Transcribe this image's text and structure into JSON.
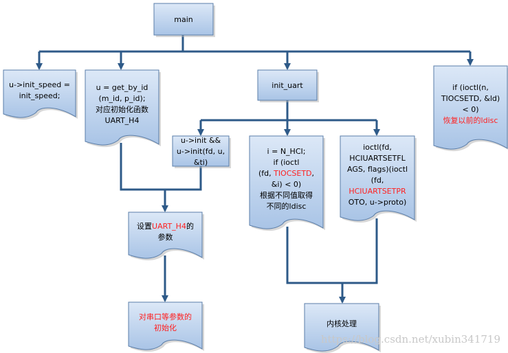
{
  "colors": {
    "node_fill_top": "#dce8f7",
    "node_fill_bottom": "#a9c4e6",
    "node_stroke": "#5a7da8",
    "connector": "#2e5a88",
    "highlight_text": "#ff2020"
  },
  "nodes": {
    "main": {
      "lines": [
        [
          "main"
        ]
      ]
    },
    "init_speed": {
      "lines": [
        [
          "u->init_speed ="
        ],
        [
          "init_speed;"
        ]
      ]
    },
    "get_by_id": {
      "lines": [
        [
          "u = get_by_id"
        ],
        [
          "(m_id, p_id);"
        ],
        [
          "对应初始化函数"
        ],
        [
          "UART_H4"
        ]
      ]
    },
    "init_uart": {
      "lines": [
        [
          "init_uart"
        ]
      ]
    },
    "ioctl_ldisc": {
      "lines": [
        [
          "if (ioctl(n,"
        ],
        [
          "TIOCSETD, &ld)"
        ],
        [
          "< 0)"
        ],
        [
          {
            "t": "恢复以前的ldisc",
            "hl": true
          }
        ]
      ]
    },
    "u_init": {
      "lines": [
        [
          "u->init &&"
        ],
        [
          "u->init(fd, u,"
        ],
        [
          "&ti)"
        ]
      ]
    },
    "n_hci": {
      "lines": [
        [
          "i = N_HCI;"
        ],
        [
          "if (ioctl"
        ],
        [
          "(fd, ",
          {
            "t": "TIOCSETD",
            "hl": true
          },
          ","
        ],
        [
          "&i) < 0)"
        ],
        [
          "根据不同值取得"
        ],
        [
          "不同的ldisc"
        ]
      ]
    },
    "ioctl_proto": {
      "lines": [
        [
          "ioctl(fd,"
        ],
        [
          "HCIUARTSETFL"
        ],
        [
          "AGS, flags)(ioctl"
        ],
        [
          "(fd,"
        ],
        [
          {
            "t": "HCIUARTSETPR",
            "hl": true
          }
        ],
        [
          "OTO, u->proto)"
        ]
      ]
    },
    "set_params": {
      "lines": [
        [
          "设置",
          {
            "t": "UART_H4",
            "hl": true
          },
          "的"
        ],
        [
          "参数"
        ]
      ]
    },
    "init_serial": {
      "lines": [
        [
          {
            "t": "对串口等参数的",
            "hl": true
          }
        ],
        [
          {
            "t": "初始化",
            "hl": true
          }
        ]
      ]
    },
    "kernel": {
      "lines": [
        [
          "内核处理"
        ]
      ]
    }
  },
  "watermark": "https://blog.csdn.net/xubin341719"
}
